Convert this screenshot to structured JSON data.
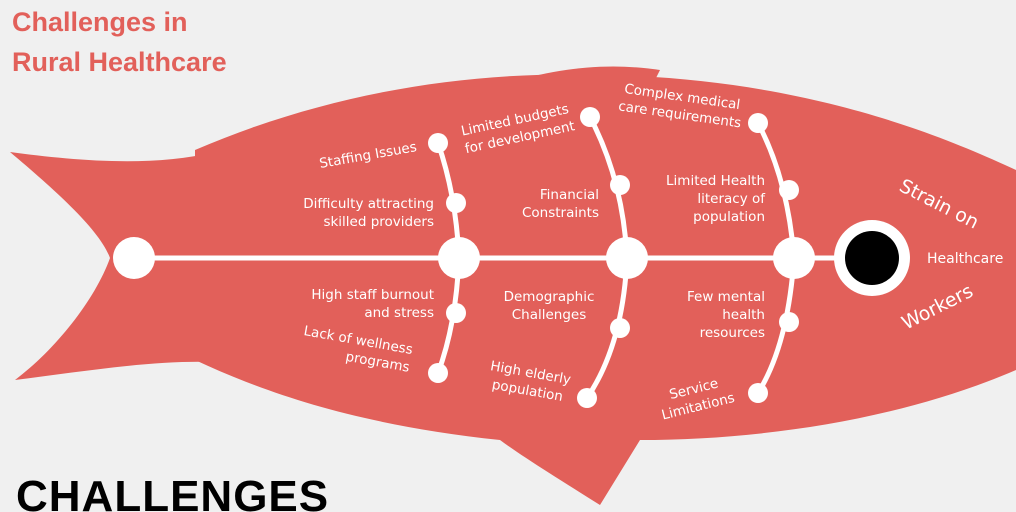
{
  "title": {
    "line1": "Challenges in",
    "line2": "Rural Healthcare"
  },
  "bottom_heading": "CHALLENGES",
  "head": {
    "word1": "Strain on",
    "word2": "Healthcare",
    "word3": "Workers"
  },
  "labels": {
    "staffing_issues": "Staffing Issues",
    "difficulty_attracting": "Difficulty attracting skilled providers",
    "high_staff_burnout": "High staff burnout and stress",
    "lack_wellness": "Lack of wellness programs",
    "limited_budgets": "Limited budgets for development",
    "financial_constraints": "Financial Constraints",
    "demographic_challenges": "Demographic Challenges",
    "high_elderly": "High elderly population",
    "complex_medical": "Complex medical care requirements",
    "limited_health_literacy": "Limited Health literacy of population",
    "few_mental_health": "Few mental health resources",
    "service_limitations": "Service Limitations"
  },
  "colors": {
    "fish": "#e2605a",
    "bones": "#ffffff",
    "eye": "#000000",
    "background": "#f0f0f0"
  }
}
